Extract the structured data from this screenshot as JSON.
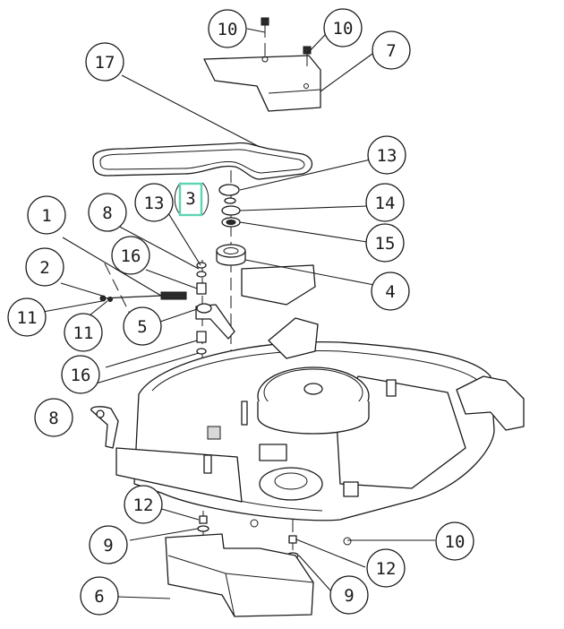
{
  "diagram": {
    "highlighted_label": "3",
    "callouts": [
      {
        "label": "10"
      },
      {
        "label": "10"
      },
      {
        "label": "7"
      },
      {
        "label": "17"
      },
      {
        "label": "13"
      },
      {
        "label": "14"
      },
      {
        "label": "15"
      },
      {
        "label": "4"
      },
      {
        "label": "13"
      },
      {
        "label": "8"
      },
      {
        "label": "16"
      },
      {
        "label": "1"
      },
      {
        "label": "2"
      },
      {
        "label": "11"
      },
      {
        "label": "11"
      },
      {
        "label": "5"
      },
      {
        "label": "16"
      },
      {
        "label": "8"
      },
      {
        "label": "12"
      },
      {
        "label": "9"
      },
      {
        "label": "10"
      },
      {
        "label": "12"
      },
      {
        "label": "9"
      },
      {
        "label": "6"
      }
    ]
  }
}
